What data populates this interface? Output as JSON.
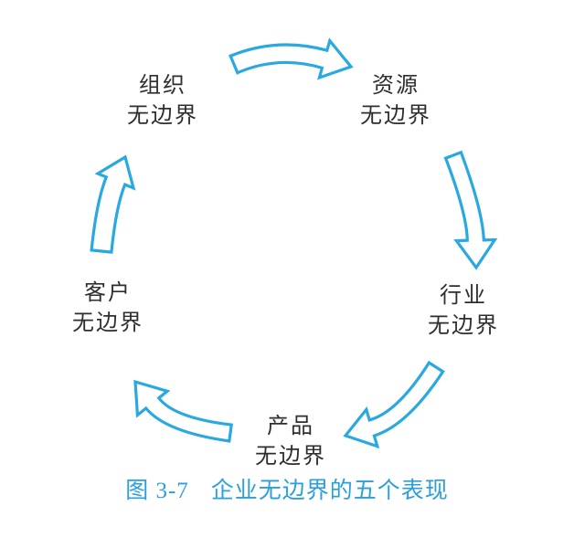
{
  "figure": {
    "type": "cycle-diagram",
    "caption": {
      "prefix": "图 3-7",
      "title": "企业无边界的五个表现"
    },
    "nodes": {
      "organization": {
        "line1": "组织",
        "line2": "无边界"
      },
      "resource": {
        "line1": "资源",
        "line2": "无边界"
      },
      "industry": {
        "line1": "行业",
        "line2": "无边界"
      },
      "product": {
        "line1": "产品",
        "line2": "无边界"
      },
      "customer": {
        "line1": "客户",
        "line2": "无边界"
      }
    },
    "flow": [
      {
        "from": "组织无边界",
        "to": "资源无边界"
      },
      {
        "from": "资源无边界",
        "to": "行业无边界"
      },
      {
        "from": "行业无边界",
        "to": "产品无边界"
      },
      {
        "from": "产品无边界",
        "to": "客户无边界"
      },
      {
        "from": "客户无边界",
        "to": "组织无边界"
      }
    ],
    "colors": {
      "arrow": "#29A8E1",
      "caption": "#2B9FDC",
      "label": "#2E2E2E"
    }
  }
}
